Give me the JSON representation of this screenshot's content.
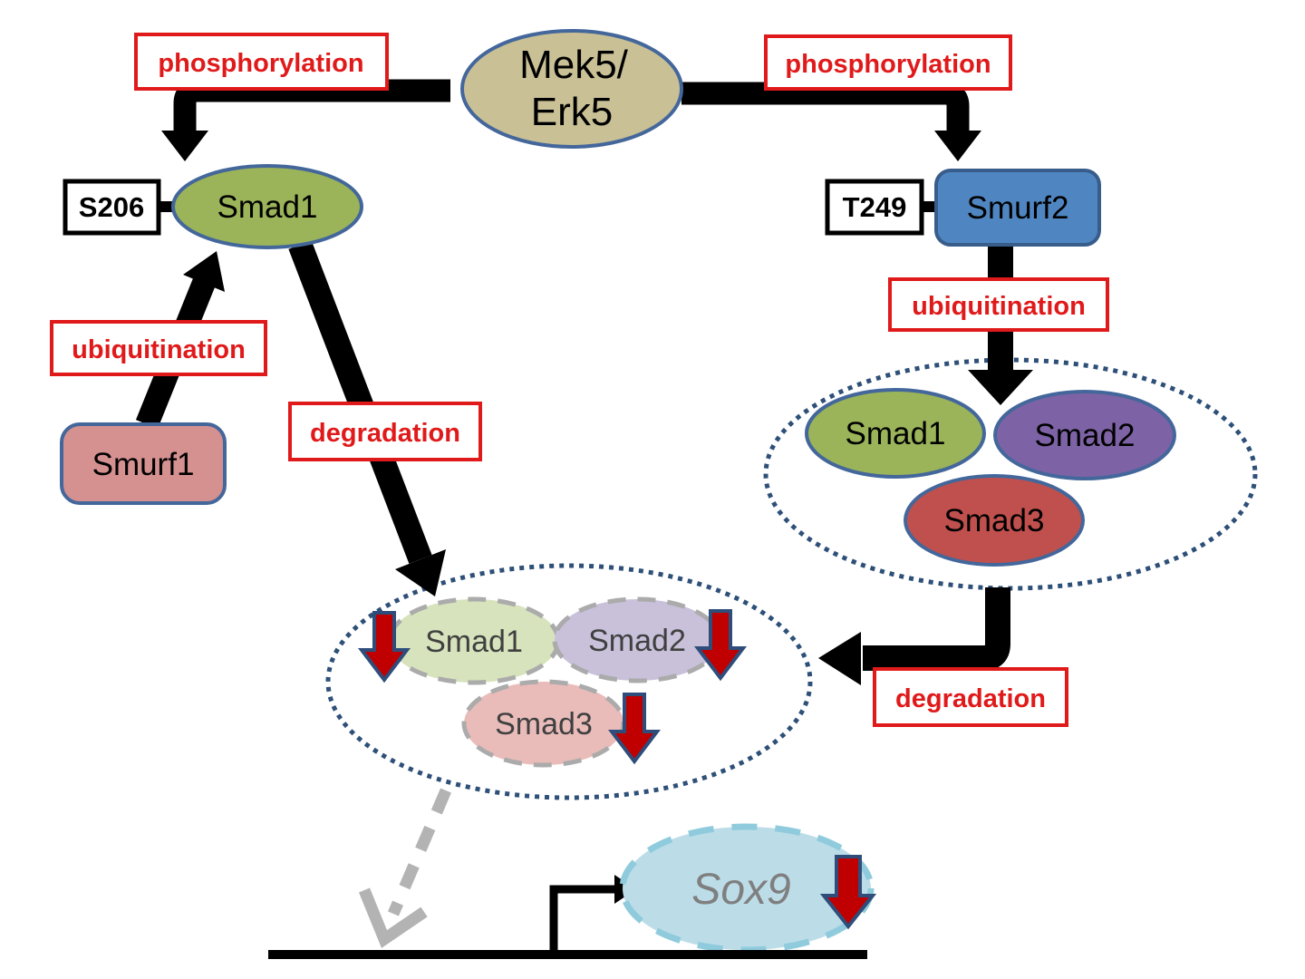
{
  "nodes": {
    "kinase_line1": "Mek5/",
    "kinase_line2": "Erk5",
    "smad1": "Smad1",
    "smurf2": "Smurf2",
    "smurf1": "Smurf1",
    "site_left": "S206",
    "site_right": "T249",
    "complex": {
      "smad1": "Smad1",
      "smad2": "Smad2",
      "smad3": "Smad3"
    },
    "degraded": {
      "smad1": "Smad1",
      "smad2": "Smad2",
      "smad3": "Smad3"
    },
    "gene": "Sox9"
  },
  "labels": {
    "phospho_left": "phosphorylation",
    "phospho_right": "phosphorylation",
    "ubiq_left": "ubiquitination",
    "ubiq_right": "ubiquitination",
    "degrad_left": "degradation",
    "degrad_right": "degradation"
  },
  "colors": {
    "kinase_fill": "#C9C096",
    "smad1_fill": "#9BB459",
    "smad2_fill": "#7D63A5",
    "smad3_fill": "#C0504D",
    "smurf2_fill": "#4F86C2",
    "smurf1_fill": "#D59090",
    "faded_smad1_fill": "#D6E3BC",
    "faded_smad2_fill": "#C9C0DA",
    "faded_smad3_fill": "#E9BCBA",
    "gene_fill": "#BCDDE8",
    "gene_border": "#8FCBDC",
    "node_border": "#44679B",
    "smurf2_border": "#385D8A",
    "label_red": "#E01A1A",
    "down_arrow_fill": "#C00000",
    "dotted_ellipse": "#2E5078",
    "dashed_gray": "#B3B3B3"
  }
}
